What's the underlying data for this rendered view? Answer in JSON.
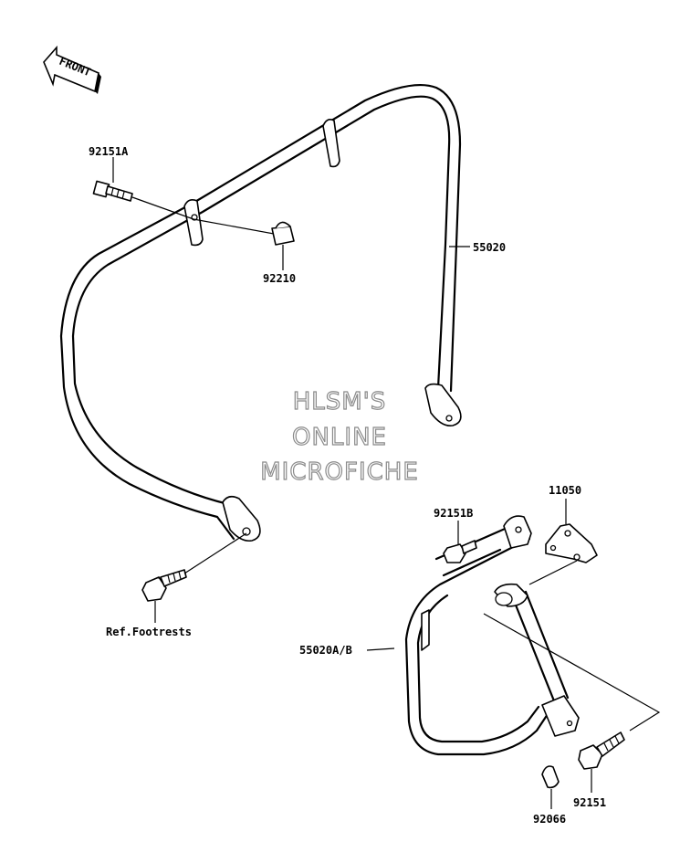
{
  "front_arrow": {
    "label": "FRONT"
  },
  "labels": {
    "p92151A": "92151A",
    "p92210": "92210",
    "p55020": "55020",
    "p92151B": "92151B",
    "p11050": "11050",
    "p55020AB": "55020A/B",
    "ref_footrests": "Ref.Footrests",
    "p92151": "92151",
    "p92066": "92066"
  },
  "watermark": {
    "line1": "HLSM'S",
    "line2": "ONLINE",
    "line3": "MICROFICHE",
    "color": "#8a8a8a"
  }
}
